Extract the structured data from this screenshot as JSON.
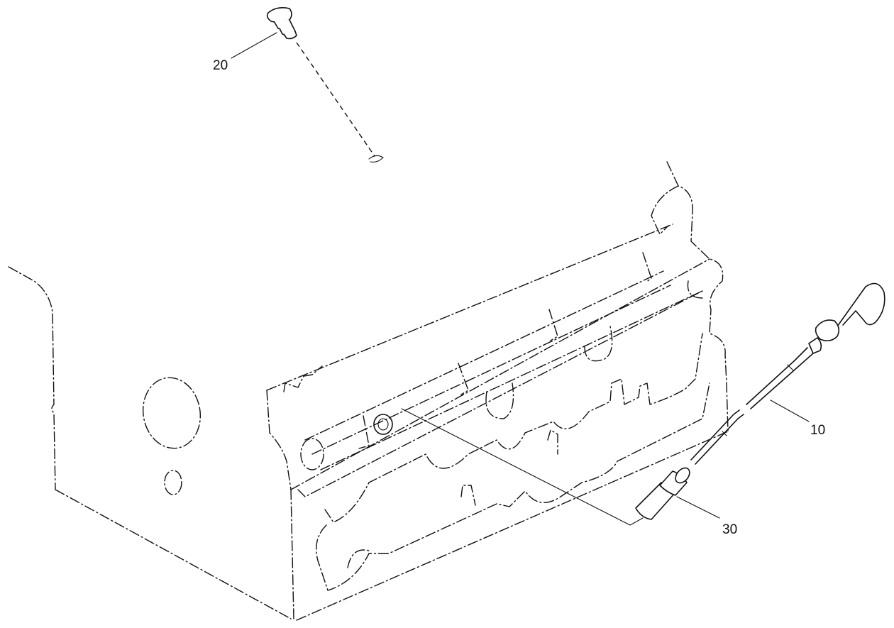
{
  "callouts": [
    {
      "id": "dipstick",
      "label": "10"
    },
    {
      "id": "plug",
      "label": "20"
    },
    {
      "id": "guide-tube",
      "label": "30"
    }
  ],
  "colors": {
    "line": "#111111",
    "background": "#ffffff"
  }
}
